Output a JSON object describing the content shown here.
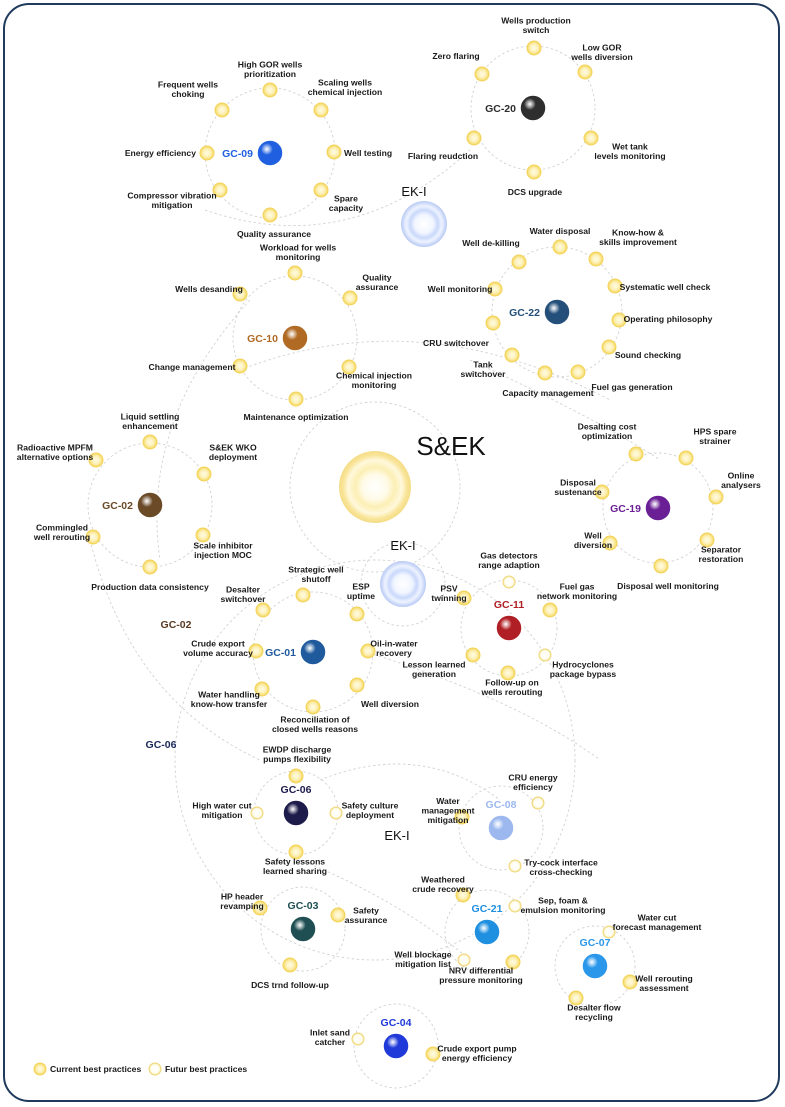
{
  "headings": {
    "main": "S&EK",
    "ek_top": "EK-I",
    "ek_mid": "EK-I",
    "ek_low": "EK-I",
    "gc02_side": "GC-02",
    "gc06_side": "GC-06"
  },
  "legend": {
    "current": "Current best practices",
    "future": "Futur best practices"
  },
  "colors": {
    "frame": "#1f3a5c",
    "node_fill": "#fde88a",
    "node_ring": "#f6d65a",
    "ring": "#d2d2d2"
  },
  "hubs": [
    {
      "id": "GC-09",
      "color": "#1f5fe0"
    },
    {
      "id": "GC-20",
      "color": "#2e2e2e"
    },
    {
      "id": "GC-22",
      "color": "#244f7a"
    },
    {
      "id": "GC-10",
      "color": "#b06a24"
    },
    {
      "id": "GC-02",
      "color": "#6b4a28"
    },
    {
      "id": "GC-19",
      "color": "#6a1f95"
    },
    {
      "id": "GC-01",
      "color": "#1f5a9c"
    },
    {
      "id": "GC-11",
      "color": "#b01f25"
    },
    {
      "id": "GC-06",
      "color": "#1d1b4a"
    },
    {
      "id": "GC-08",
      "color": "#9cb8ef"
    },
    {
      "id": "GC-03",
      "color": "#1f4f52"
    },
    {
      "id": "GC-21",
      "color": "#1f8fe0"
    },
    {
      "id": "GC-07",
      "color": "#2a97ea"
    },
    {
      "id": "GC-04",
      "color": "#1f3ad9"
    }
  ],
  "practices": [
    {
      "lines": [
        "High GOR wells",
        "prioritization"
      ],
      "type": "current"
    },
    {
      "lines": [
        "Scaling wells",
        "chemical injection"
      ],
      "type": "current"
    },
    {
      "lines": [
        "Frequent wells",
        "choking"
      ],
      "type": "current"
    },
    {
      "lines": [
        "Energy efficiency"
      ],
      "type": "current"
    },
    {
      "lines": [
        "Well testing"
      ],
      "type": "current"
    },
    {
      "lines": [
        "Compressor vibration",
        "mitigation"
      ],
      "type": "current"
    },
    {
      "lines": [
        "Spare",
        "capacity"
      ],
      "type": "current"
    },
    {
      "lines": [
        "Quality assurance"
      ],
      "type": "current"
    },
    {
      "lines": [
        "Wells production",
        "switch"
      ],
      "type": "current"
    },
    {
      "lines": [
        "Zero flaring"
      ],
      "type": "current"
    },
    {
      "lines": [
        "Low GOR",
        "wells diversion"
      ],
      "type": "current"
    },
    {
      "lines": [
        "Wet tank",
        "levels monitoring"
      ],
      "type": "current"
    },
    {
      "lines": [
        "Flaring reudction"
      ],
      "type": "current"
    },
    {
      "lines": [
        "DCS upgrade"
      ],
      "type": "current"
    },
    {
      "lines": [
        "Water disposal"
      ],
      "type": "current"
    },
    {
      "lines": [
        "Well de-killing"
      ],
      "type": "current"
    },
    {
      "lines": [
        "Know-how &",
        "skills improvement"
      ],
      "type": "current"
    },
    {
      "lines": [
        "Systematic well check"
      ],
      "type": "current"
    },
    {
      "lines": [
        "Well monitoring"
      ],
      "type": "current"
    },
    {
      "lines": [
        "Operating philosophy"
      ],
      "type": "current"
    },
    {
      "lines": [
        "CRU switchover"
      ],
      "type": "current"
    },
    {
      "lines": [
        "Sound checking"
      ],
      "type": "current"
    },
    {
      "lines": [
        "Tank",
        "switchover"
      ],
      "type": "current"
    },
    {
      "lines": [
        "Capacity management"
      ],
      "type": "current"
    },
    {
      "lines": [
        "Fuel gas generation"
      ],
      "type": "current"
    },
    {
      "lines": [
        "Workload for wells",
        "monitoring"
      ],
      "type": "current"
    },
    {
      "lines": [
        "Wells desanding"
      ],
      "type": "current"
    },
    {
      "lines": [
        "Quality",
        "assurance"
      ],
      "type": "current"
    },
    {
      "lines": [
        "Change management"
      ],
      "type": "current"
    },
    {
      "lines": [
        "Chemical injection",
        "monitoring"
      ],
      "type": "current"
    },
    {
      "lines": [
        "Maintenance optimization"
      ],
      "type": "current"
    },
    {
      "lines": [
        "Liquid settling",
        "enhancement"
      ],
      "type": "current"
    },
    {
      "lines": [
        "Radioactive MPFM",
        "alternative options"
      ],
      "type": "current"
    },
    {
      "lines": [
        "S&EK WKO",
        "deployment"
      ],
      "type": "current"
    },
    {
      "lines": [
        "Commingled",
        "well rerouting"
      ],
      "type": "current"
    },
    {
      "lines": [
        "Scale inhibitor",
        "injection MOC"
      ],
      "type": "current"
    },
    {
      "lines": [
        "Production data consistency"
      ],
      "type": "current"
    },
    {
      "lines": [
        "Desalting cost",
        "optimization"
      ],
      "type": "current"
    },
    {
      "lines": [
        "HPS spare",
        "strainer"
      ],
      "type": "current"
    },
    {
      "lines": [
        "Online",
        "analysers"
      ],
      "type": "current"
    },
    {
      "lines": [
        "Disposal",
        "sustenance"
      ],
      "type": "current"
    },
    {
      "lines": [
        "Well",
        "diversion"
      ],
      "type": "current"
    },
    {
      "lines": [
        "Separator",
        "restoration"
      ],
      "type": "current"
    },
    {
      "lines": [
        "Disposal well monitoring"
      ],
      "type": "current"
    },
    {
      "lines": [
        "Strategic well",
        "shutoff"
      ],
      "type": "current"
    },
    {
      "lines": [
        "Desalter",
        "switchover"
      ],
      "type": "current"
    },
    {
      "lines": [
        "ESP",
        "uptime"
      ],
      "type": "current"
    },
    {
      "lines": [
        "Crude export",
        "volume accuracy"
      ],
      "type": "current"
    },
    {
      "lines": [
        "Oil-in-water",
        "recovery"
      ],
      "type": "current"
    },
    {
      "lines": [
        "Water handling",
        "know-how transfer"
      ],
      "type": "current"
    },
    {
      "lines": [
        "Well diversion"
      ],
      "type": "current"
    },
    {
      "lines": [
        "Reconciliation of",
        "closed wells reasons"
      ],
      "type": "current"
    },
    {
      "lines": [
        "Gas detectors",
        "range adaption"
      ],
      "type": "future"
    },
    {
      "lines": [
        "PSV",
        "twinning"
      ],
      "type": "current"
    },
    {
      "lines": [
        "Fuel gas",
        "network monitoring"
      ],
      "type": "current"
    },
    {
      "lines": [
        "Lesson learned",
        "generation"
      ],
      "type": "current"
    },
    {
      "lines": [
        "Hydrocyclones",
        "package bypass"
      ],
      "type": "future"
    },
    {
      "lines": [
        "Follow-up on",
        "wells rerouting"
      ],
      "type": "current"
    },
    {
      "lines": [
        "EWDP discharge",
        "pumps flexibility"
      ],
      "type": "current"
    },
    {
      "lines": [
        "High water cut",
        "mitigation"
      ],
      "type": "future"
    },
    {
      "lines": [
        "Safety culture",
        "deployment"
      ],
      "type": "future"
    },
    {
      "lines": [
        "Safety lessons",
        "learned sharing"
      ],
      "type": "current"
    },
    {
      "lines": [
        "CRU energy",
        "efficiency"
      ],
      "type": "future"
    },
    {
      "lines": [
        "Water",
        "management",
        "mitigation"
      ],
      "type": "current"
    },
    {
      "lines": [
        "Try-cock interface",
        "cross-checking"
      ],
      "type": "future"
    },
    {
      "lines": [
        "HP header",
        "revamping"
      ],
      "type": "current"
    },
    {
      "lines": [
        "Safety",
        "assurance"
      ],
      "type": "current"
    },
    {
      "lines": [
        "DCS trnd follow-up"
      ],
      "type": "current"
    },
    {
      "lines": [
        "Weathered",
        "crude recovery"
      ],
      "type": "current"
    },
    {
      "lines": [
        "Sep, foam &",
        "emulsion monitoring"
      ],
      "type": "future"
    },
    {
      "lines": [
        "Well blockage",
        "mitigation list"
      ],
      "type": "future"
    },
    {
      "lines": [
        "NRV differential",
        "pressure monitoring"
      ],
      "type": "current"
    },
    {
      "lines": [
        "Water cut",
        "forecast management"
      ],
      "type": "future"
    },
    {
      "lines": [
        "Well rerouting",
        "assessment"
      ],
      "type": "current"
    },
    {
      "lines": [
        "Desalter flow",
        "recycling"
      ],
      "type": "current"
    },
    {
      "lines": [
        "Inlet sand",
        "catcher"
      ],
      "type": "future"
    },
    {
      "lines": [
        "Crude export pump",
        "energy efficiency"
      ],
      "type": "current"
    }
  ]
}
